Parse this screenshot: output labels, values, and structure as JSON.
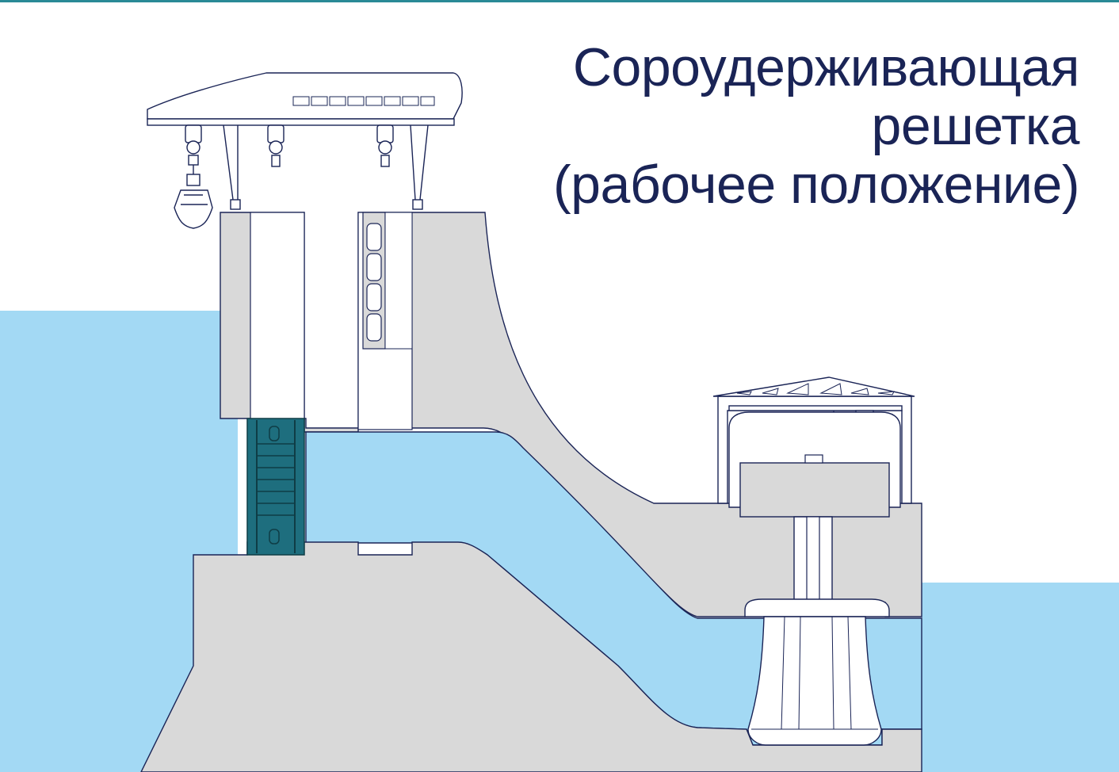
{
  "title": {
    "line1": "Сороудерживающая",
    "line2": "решетка",
    "line3": "(рабочее положение)"
  },
  "colors": {
    "water": "#a3d9f4",
    "concrete": "#d9d9d9",
    "outline": "#1a2456",
    "trash_rack": "#1e6e7e",
    "background": "#ffffff",
    "frame_top_line": "#2a8a96"
  },
  "components": [
    "gantry-crane",
    "grab-bucket",
    "trash-rack",
    "gate",
    "penstock",
    "powerhouse",
    "generator",
    "turbine",
    "draft-tube"
  ]
}
